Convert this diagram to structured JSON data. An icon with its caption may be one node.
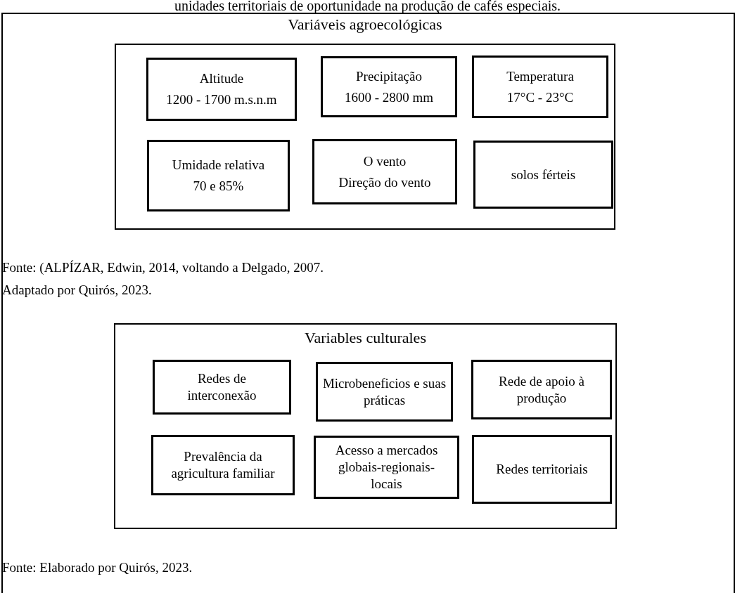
{
  "diagram": {
    "nodes": [
      {
        "text": [
          "Variáveis agroecológicas"
        ]
      },
      {
        "text": [
          "Altitude",
          "1200 - 1700 m.s.n.m"
        ],
        "in": 0
      },
      {
        "text": [
          "Precipitação",
          "1600 - 2800 mm"
        ],
        "in": 0
      },
      {
        "text": [
          "Temperatura",
          "17°C - 23°C"
        ],
        "in": 0
      },
      {
        "text": [
          "Umidade relativa",
          "70 e 85%"
        ],
        "in": 0
      },
      {
        "text": [
          "O vento",
          "Direção do vento"
        ],
        "in": 0
      },
      {
        "text": [
          "solos férteis"
        ],
        "in": 0
      },
      {
        "text": [
          "Variables culturales"
        ]
      },
      {
        "text": [
          "Redes de interconexão"
        ],
        "in": 7
      },
      {
        "text": [
          "Microbeneficios e suas práticas"
        ],
        "in": 7
      },
      {
        "text": [
          "Rede de apoio à produção"
        ],
        "in": 7
      },
      {
        "text": [
          "Prevalência da agricultura familiar"
        ],
        "in": 7
      },
      {
        "text": [
          "Acesso a mercados globais-regionais-locais"
        ],
        "in": 7
      },
      {
        "text": [
          "Redes territoriais"
        ],
        "in": 7
      }
    ],
    "edges": [],
    "labels": [
      "unidades territoriais de oportunidade na produção de cafés especiais.",
      "Fonte: (ALPÍZAR, Edwin, 2014, voltando a Delgado, 2007.",
      "Adaptado por Quirós, 2023.",
      "Fonte: Elaborado por Quirós, 2023."
    ]
  }
}
